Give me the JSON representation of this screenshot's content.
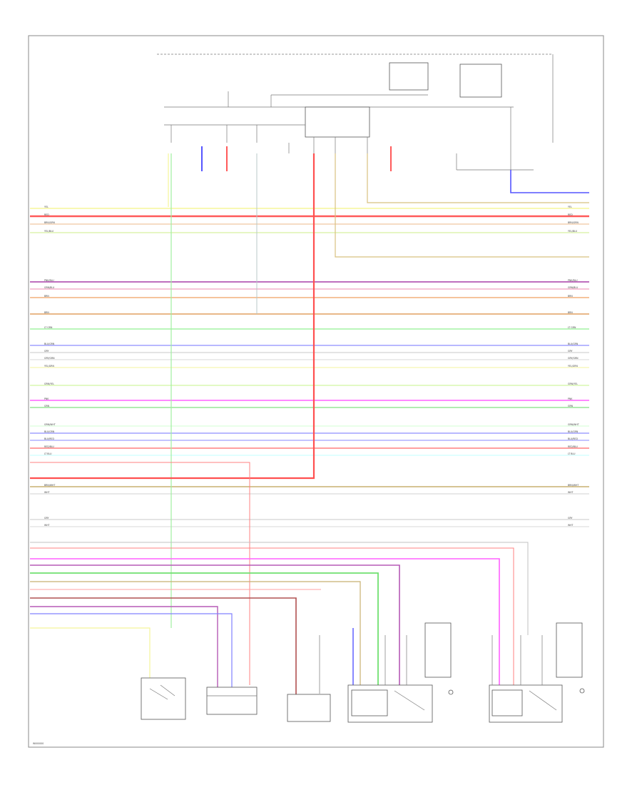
{
  "diagram": {
    "footer_code": "W000000",
    "wires": [
      {
        "color": "#f5f59a",
        "label": "YEL"
      },
      {
        "color": "#ff5a5a",
        "label": "RED"
      },
      {
        "color": "#f0c8a0",
        "label": "BRN/GRN"
      },
      {
        "color": "#d8f0a0",
        "label": "YEL/BLU"
      },
      {
        "color": "#b55ab5",
        "label": "PNK/BLU"
      },
      {
        "color": "#f0a0c0",
        "label": "GRN/BLU"
      },
      {
        "color": "#f0a060",
        "label": "BRN"
      },
      {
        "color": "#e0a060",
        "label": "BRN"
      },
      {
        "color": "#90f090",
        "label": "LT GRN"
      },
      {
        "color": "#a0a0ff",
        "label": "BLU/GRN"
      },
      {
        "color": "#c8c8c8",
        "label": "GRY"
      },
      {
        "color": "#d8d8d8",
        "label": "GRY/GRN"
      },
      {
        "color": "#f5f5b0",
        "label": "YEL/GRN"
      },
      {
        "color": "#d0f5a0",
        "label": "GRN/YEL"
      },
      {
        "color": "#ff60ff",
        "label": "PNK"
      },
      {
        "color": "#80e080",
        "label": "GRN"
      },
      {
        "color": "#d0ffd0",
        "label": "GRN/WHT"
      },
      {
        "color": "#a0a0ff",
        "label": "BLU/GRN"
      },
      {
        "color": "#b0b0ff",
        "label": "BLU/RED"
      },
      {
        "color": "#ff8080",
        "label": "RED/BLU"
      },
      {
        "color": "#c0ffff",
        "label": "LT BLU"
      },
      {
        "color": "#c8b070",
        "label": "BRN/WHT"
      },
      {
        "color": "#d0d0d0",
        "label": "WHT"
      },
      {
        "color": "#c8c8c8",
        "label": "GRY"
      },
      {
        "color": "#d8d8d8",
        "label": "WHT"
      }
    ],
    "components": [
      {
        "id": "rear-window-defogger",
        "label": ""
      },
      {
        "id": "power-window-master-switch",
        "label": ""
      },
      {
        "id": "body-control-module",
        "label": ""
      },
      {
        "id": "right-outside-mirror",
        "label": ""
      },
      {
        "id": "left-outside-mirror",
        "label": ""
      },
      {
        "id": "door-lock-switch",
        "label": ""
      }
    ]
  }
}
